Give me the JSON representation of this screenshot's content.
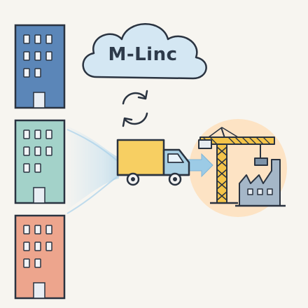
{
  "cloud": {
    "label": "M-Linc",
    "icon": "cloud-icon",
    "fill": "#d4e7f3"
  },
  "sync": {
    "icon": "sync-arrows-icon"
  },
  "buildings": [
    {
      "name": "building-blue",
      "color": "#5b86b8"
    },
    {
      "name": "building-green",
      "color": "#a3d2c9"
    },
    {
      "name": "building-salmon",
      "color": "#eda58d"
    }
  ],
  "truck": {
    "icon": "delivery-truck-icon",
    "cargo_color": "#f7cf62",
    "cab_color": "#a8cfe3"
  },
  "destination": {
    "icon": "construction-site-icon",
    "circle_color": "#fde3c4",
    "crane_color": "#f4c44a",
    "factory_color": "#a5b7c8"
  },
  "colors": {
    "outline": "#2a3340",
    "background": "#f7f5f0",
    "flow": "#bcdcef"
  }
}
